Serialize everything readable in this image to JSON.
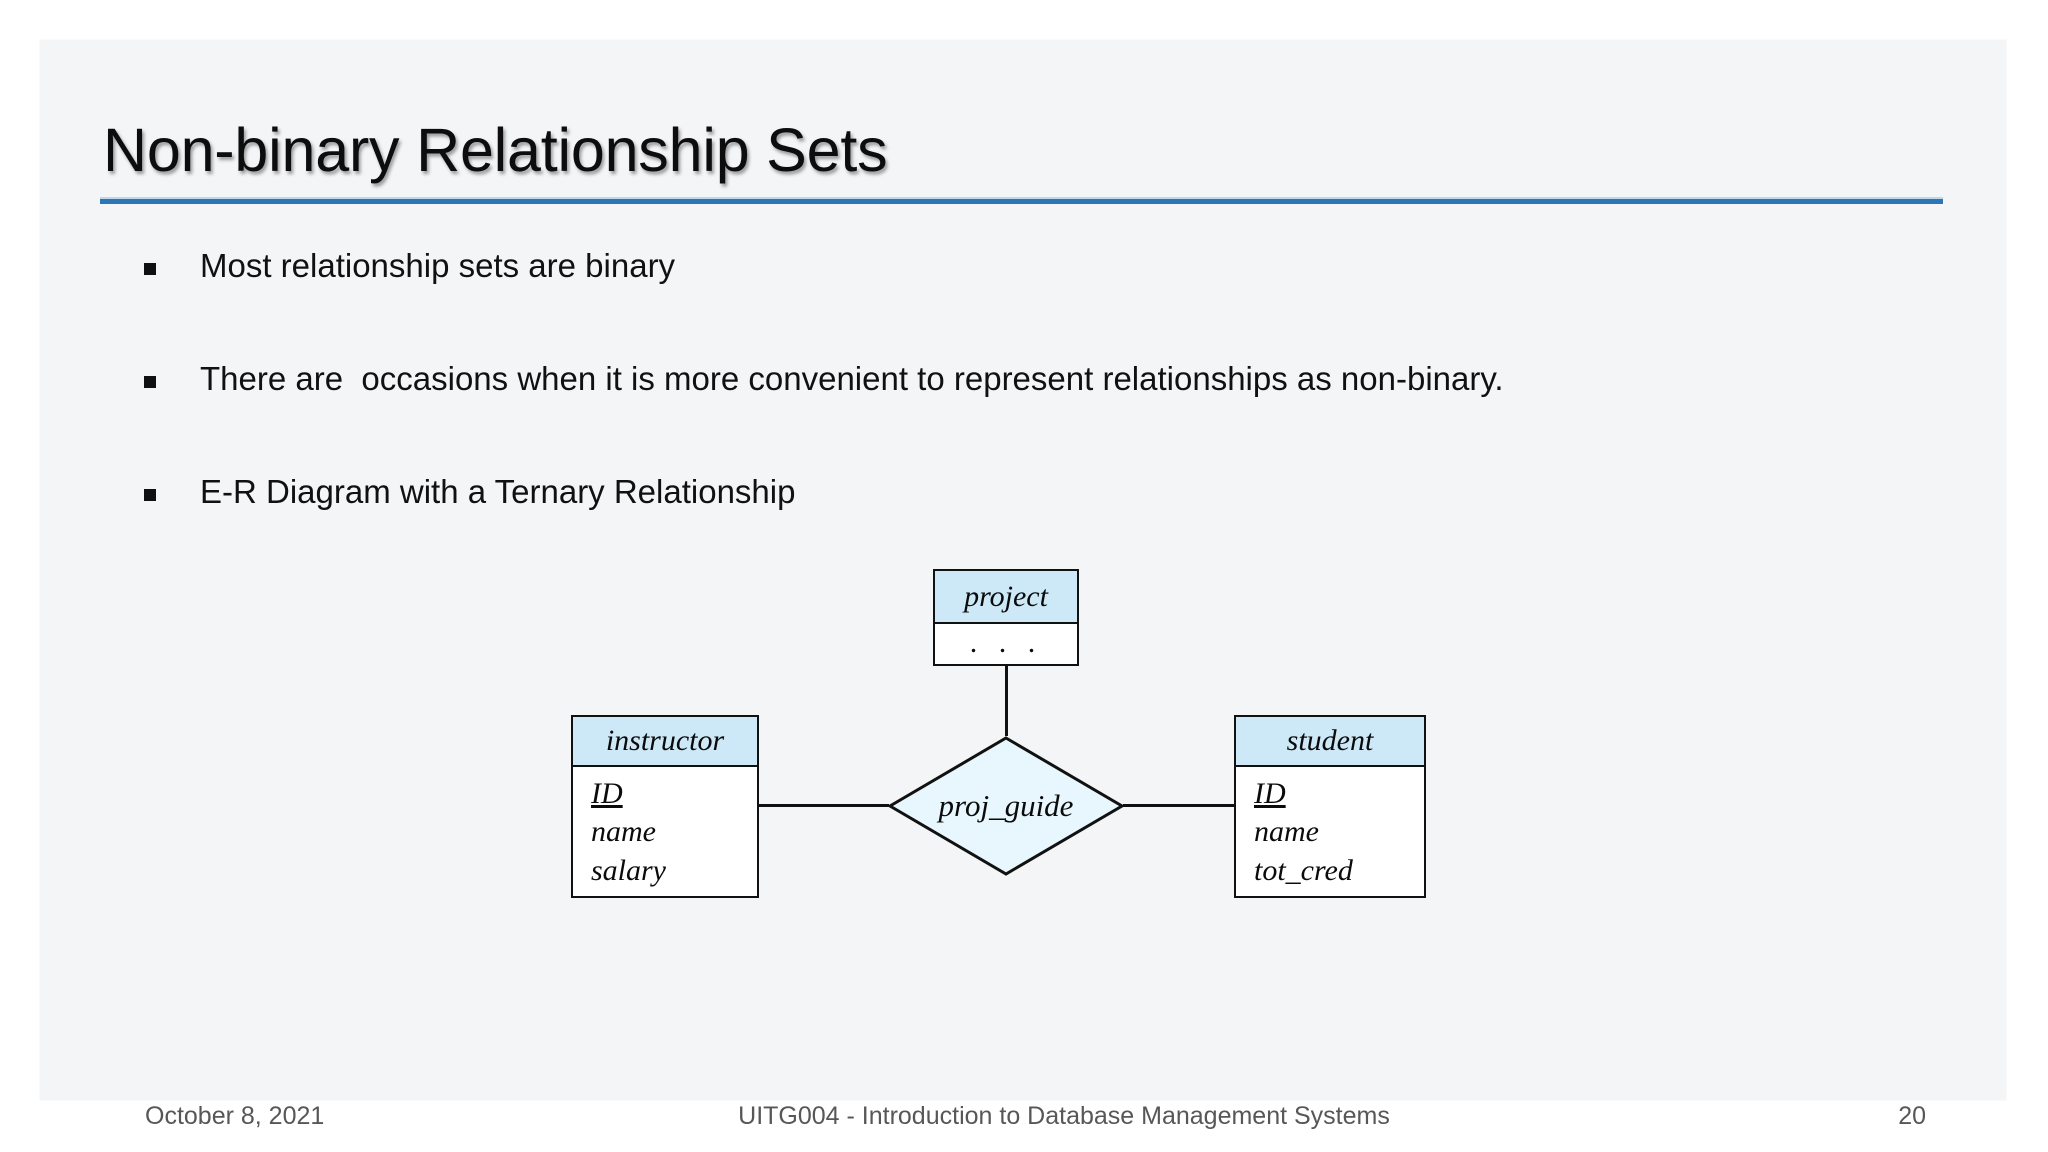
{
  "slide": {
    "title": "Non-binary Relationship Sets",
    "background_color": "#f4f5f7",
    "accent_color": "#2e75b6",
    "bullets": [
      {
        "text": "Most relationship sets are binary"
      },
      {
        "text": "There are  occasions when it is more convenient to represent relationships as non-binary."
      },
      {
        "text": "E-R Diagram with a Ternary Relationship"
      }
    ]
  },
  "diagram": {
    "type": "er-diagram",
    "header_fill": "#cde9f8",
    "relationship_fill": "#e8f6fd",
    "entities": [
      {
        "id": "project",
        "name": "project",
        "attributes": [],
        "body_text": ". . ."
      },
      {
        "id": "instructor",
        "name": "instructor",
        "attributes": [
          {
            "label": "ID",
            "key": true
          },
          {
            "label": "name",
            "key": false
          },
          {
            "label": "salary",
            "key": false
          }
        ]
      },
      {
        "id": "student",
        "name": "student",
        "attributes": [
          {
            "label": "ID",
            "key": true
          },
          {
            "label": "name",
            "key": false
          },
          {
            "label": "tot_cred",
            "key": false
          }
        ]
      }
    ],
    "relationships": [
      {
        "id": "proj_guide",
        "name": "proj_guide",
        "connects": [
          "project",
          "instructor",
          "student"
        ]
      }
    ]
  },
  "footer": {
    "date": "October 8, 2021",
    "course": "UITG004 - Introduction to Database Management Systems",
    "page_number": "20"
  }
}
